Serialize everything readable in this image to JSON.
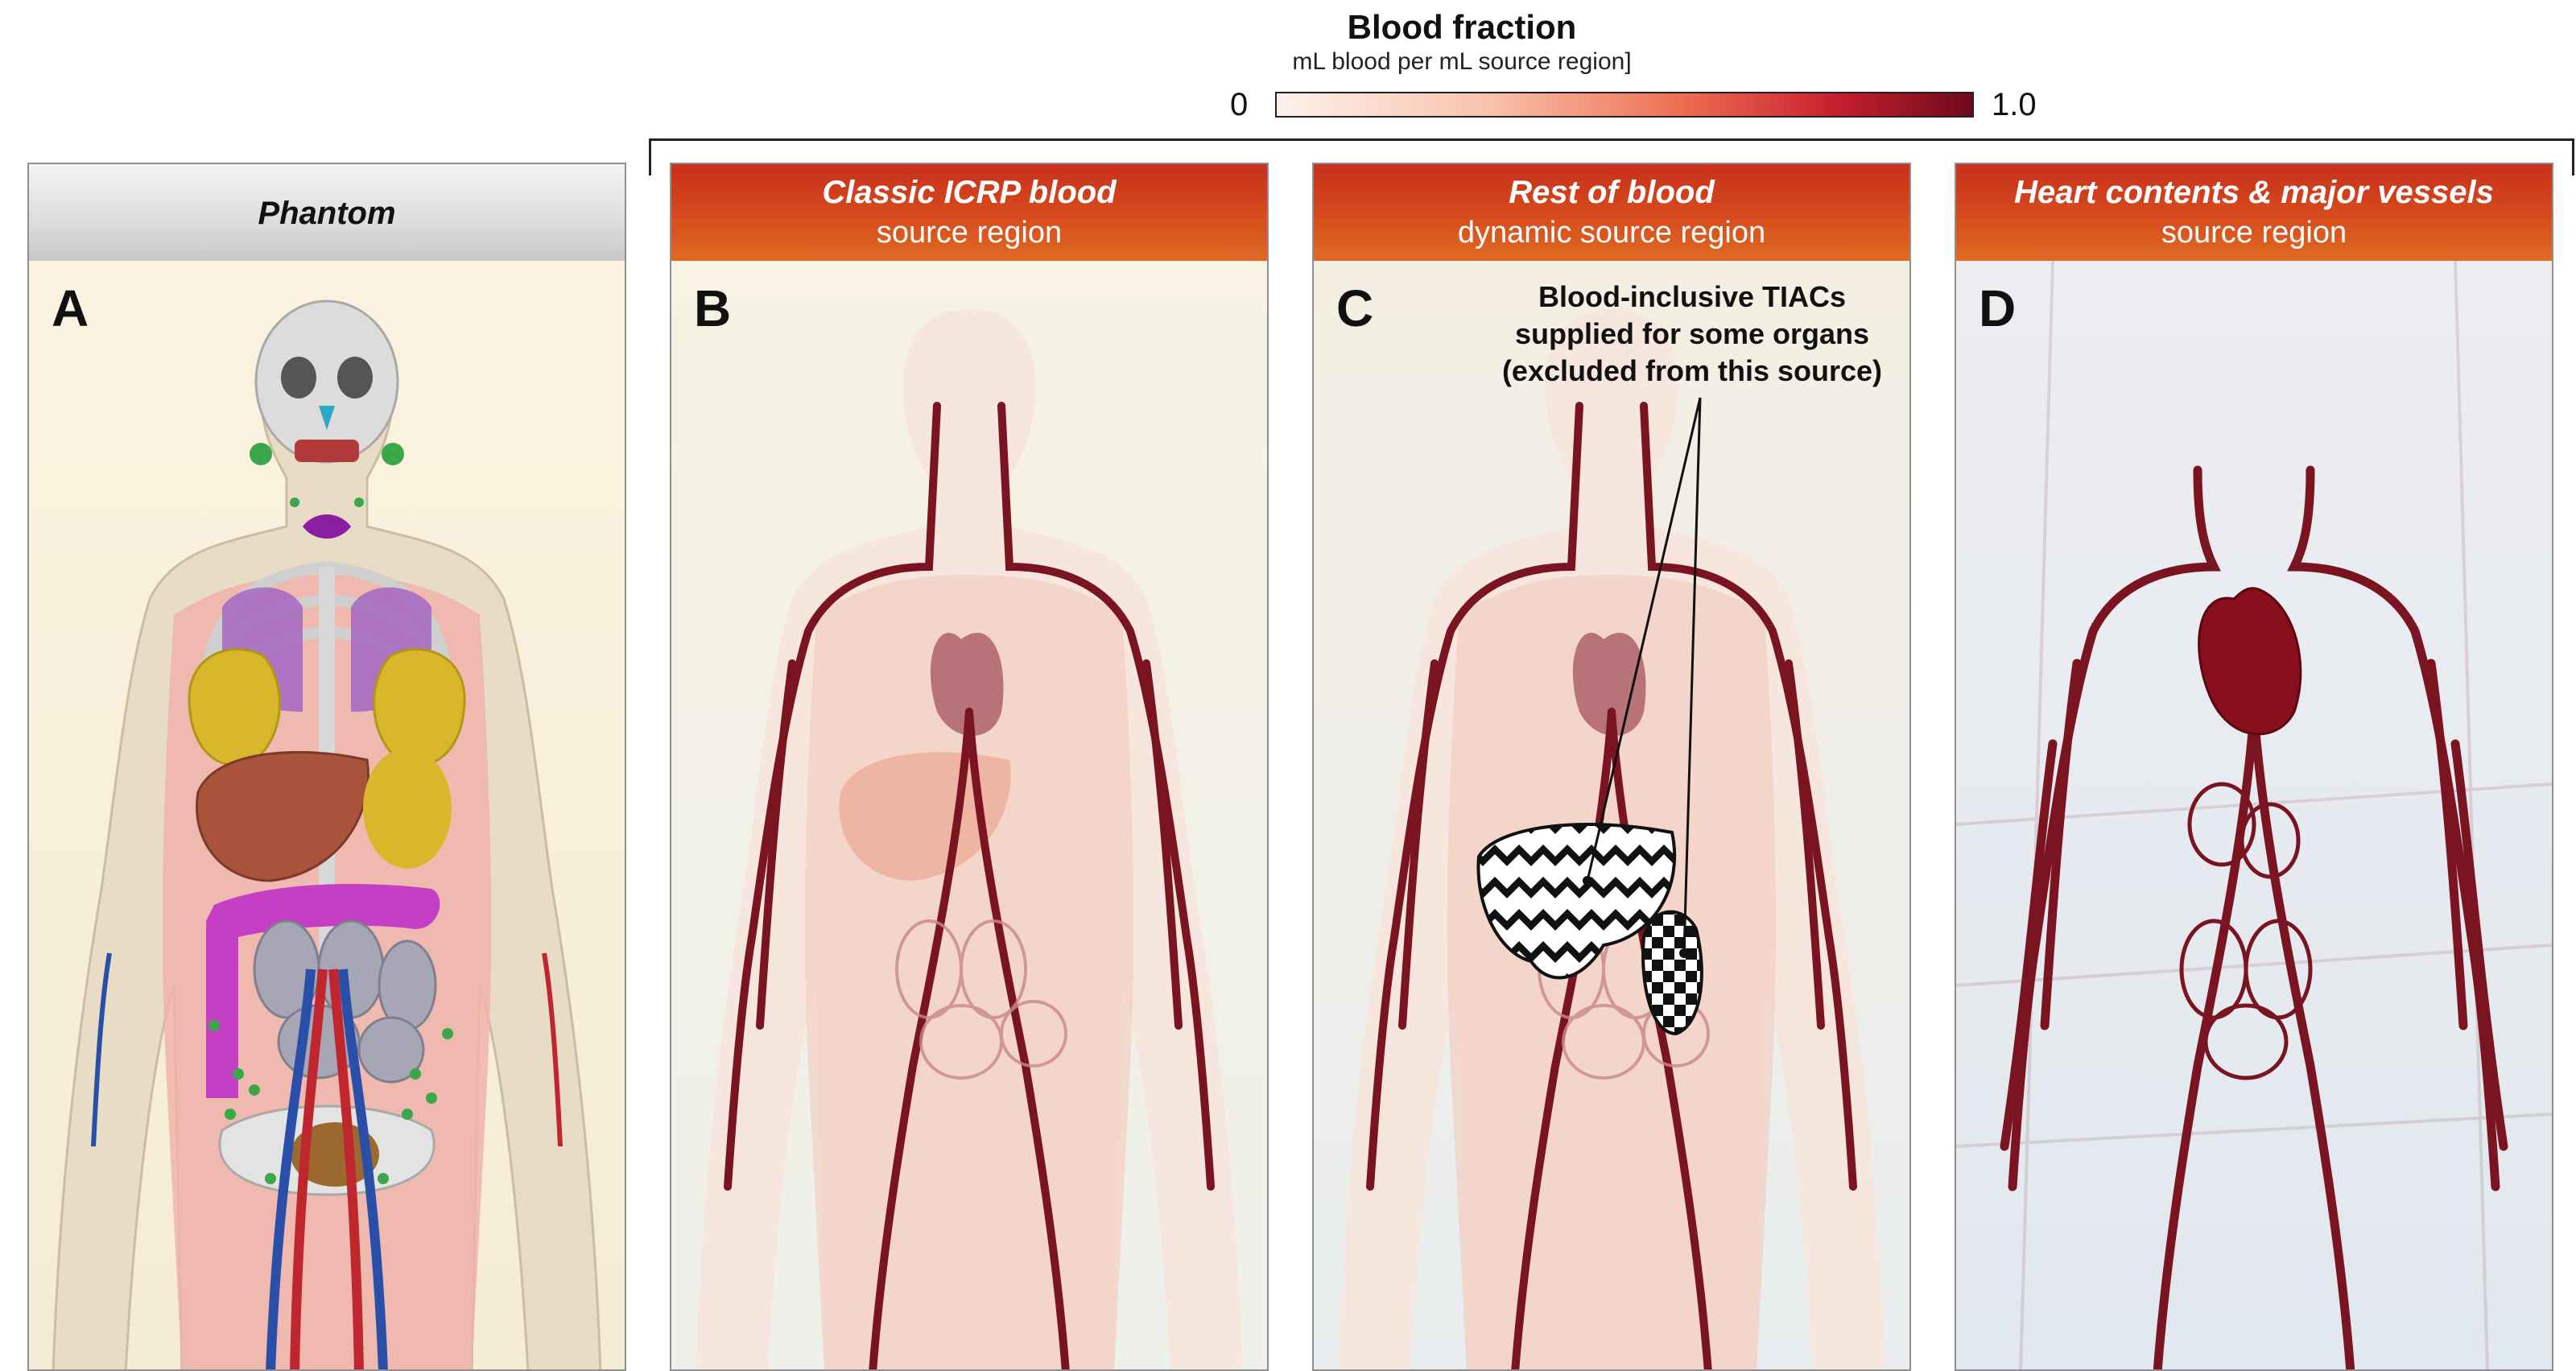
{
  "legend": {
    "title": "Blood fraction",
    "subtitle": "mL blood per mL source region]",
    "min_label": "0",
    "max_label": "1.0",
    "colors": [
      "#fdf1ec",
      "#f8c3ad",
      "#ee6f52",
      "#c8202e",
      "#6e0a1c"
    ]
  },
  "panels": [
    {
      "id": "A",
      "letter": "A",
      "title": "Phantom",
      "subtitle": ""
    },
    {
      "id": "B",
      "letter": "B",
      "title": "Classic ICRP blood",
      "subtitle": "source region"
    },
    {
      "id": "C",
      "letter": "C",
      "title": "Rest of blood",
      "subtitle": "dynamic source region",
      "annotation": [
        "Blood-inclusive TIACs",
        "supplied  for some organs",
        "(excluded from this source)"
      ]
    },
    {
      "id": "D",
      "letter": "D",
      "title": "Heart contents & major vessels",
      "subtitle": "source region"
    }
  ],
  "colors": {
    "header_accent": "#d74c1d",
    "vessel": "#7a1420",
    "heart_dark": "#8a0f1c",
    "organ_tint": "#f2c6b8"
  }
}
